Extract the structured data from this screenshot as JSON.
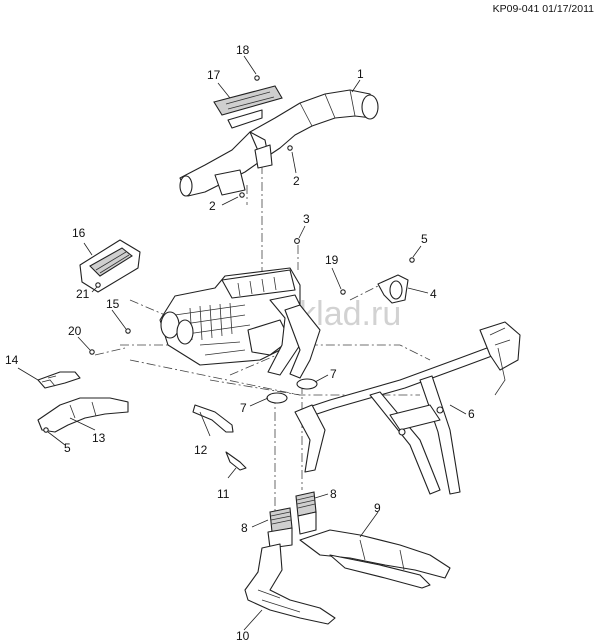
{
  "header": {
    "drawing_id": "KP09-041 01/17/2011"
  },
  "watermark": "autosklad.ru",
  "callouts": [
    {
      "id": "c1",
      "text": "1"
    },
    {
      "id": "c2a",
      "text": "2"
    },
    {
      "id": "c2b",
      "text": "2"
    },
    {
      "id": "c3",
      "text": "3"
    },
    {
      "id": "c4",
      "text": "4"
    },
    {
      "id": "c5a",
      "text": "5"
    },
    {
      "id": "c5b",
      "text": "5"
    },
    {
      "id": "c6",
      "text": "6"
    },
    {
      "id": "c7a",
      "text": "7"
    },
    {
      "id": "c7b",
      "text": "7"
    },
    {
      "id": "c8a",
      "text": "8"
    },
    {
      "id": "c8b",
      "text": "8"
    },
    {
      "id": "c9",
      "text": "9"
    },
    {
      "id": "c10",
      "text": "10"
    },
    {
      "id": "c11",
      "text": "11"
    },
    {
      "id": "c12",
      "text": "12"
    },
    {
      "id": "c13",
      "text": "13"
    },
    {
      "id": "c14",
      "text": "14"
    },
    {
      "id": "c15",
      "text": "15"
    },
    {
      "id": "c16",
      "text": "16"
    },
    {
      "id": "c17",
      "text": "17"
    },
    {
      "id": "c18",
      "text": "18"
    },
    {
      "id": "c19",
      "text": "19"
    },
    {
      "id": "c20",
      "text": "20"
    },
    {
      "id": "c21",
      "text": "21"
    }
  ]
}
